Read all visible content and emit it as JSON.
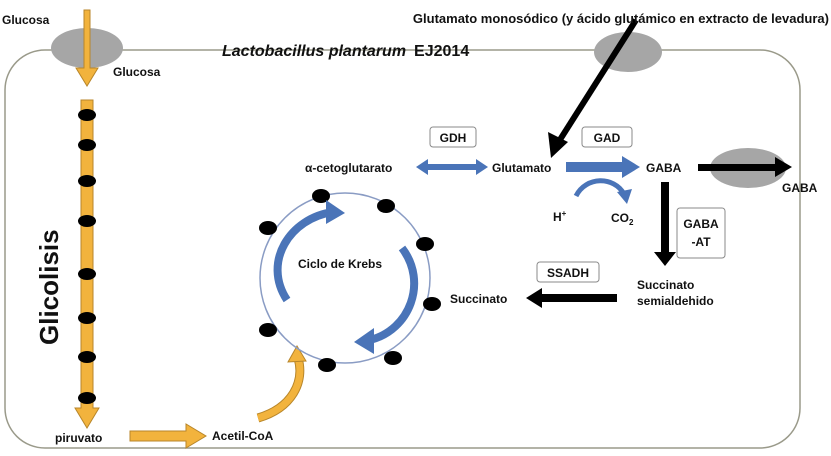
{
  "title": {
    "organism": "Lactobacillus plantarum",
    "strain": "EJ2014"
  },
  "labels": {
    "glucosa_outside": "Glucosa",
    "glucosa_inside": "Glucosa",
    "glicolisis": "Glicolisis",
    "piruvato": "piruvato",
    "acetil_coa": "Acetil-CoA",
    "krebs": "Ciclo de Krebs",
    "alfa_ceto": "α-cetoglutarato",
    "glutamato": "Glutamato",
    "gaba": "GABA",
    "gaba_out": "GABA",
    "h_plus_base": "H",
    "h_plus_sup": "+",
    "co2_base": "CO",
    "co2_sub": "2",
    "succinato_semi_line1": "Succinato",
    "succinato_semi_line2": "semialdehido",
    "succinato": "Succinato",
    "glutamato_source": "Glutamato monosódico (y ácido glutámico en extracto de levadura)"
  },
  "enzymes": {
    "gdh": "GDH",
    "gad": "GAD",
    "gaba_at_line1": "GABA",
    "gaba_at_line2": "-AT",
    "ssadh": "SSADH"
  },
  "colors": {
    "glycolysis_arrow": "#f2b33d",
    "glycolysis_arrow_stroke": "#b8862a",
    "membrane_protein": "#a6a6a6",
    "blue_arrow": "#4a74b8",
    "krebs_ring": "#8a9cc4",
    "black": "#000000",
    "cell_border": "#9a9a8a"
  }
}
